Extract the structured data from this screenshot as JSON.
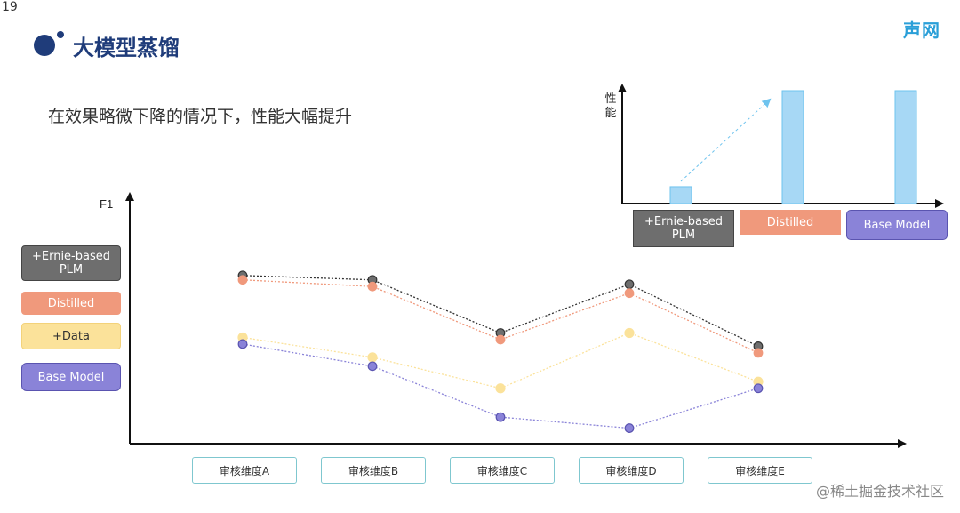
{
  "page_number": "19",
  "header": {
    "title": "大模型蒸馏",
    "brand": "声网"
  },
  "subtitle": "在效果略微下降的情况下，性能大幅提升",
  "watermark": "@稀土掘金技术社区",
  "colors": {
    "ernie": "#6e6e6e",
    "distilled": "#f0997c",
    "data": "#fbe29a",
    "base": "#8a83d8",
    "inset_bar": "#a7d8f5",
    "inset_bar_border": "#6ec3ee",
    "title": "#1f3c7a",
    "brand": "#2a9fd8"
  },
  "chart_data": [
    {
      "type": "line",
      "ylabel": "F1",
      "categories": [
        "审核维度A",
        "审核维度B",
        "审核维度C",
        "审核维度D",
        "审核维度E"
      ],
      "ylim": [
        0,
        100
      ],
      "grid": false,
      "legend_position": "left",
      "series": [
        {
          "name": "+Ernie-based PLM",
          "color": "#6e6e6e",
          "values": [
            76,
            74,
            50,
            72,
            44
          ]
        },
        {
          "name": "Distilled",
          "color": "#f0997c",
          "values": [
            74,
            71,
            47,
            68,
            41
          ]
        },
        {
          "name": "+Data",
          "color": "#fbe29a",
          "values": [
            48,
            39,
            25,
            50,
            28
          ]
        },
        {
          "name": "Base Model",
          "color": "#8a83d8",
          "values": [
            45,
            35,
            12,
            7,
            25
          ]
        }
      ]
    },
    {
      "type": "bar",
      "ylabel": "性能",
      "categories": [
        "+Ernie-based PLM",
        "Distilled",
        "Base Model"
      ],
      "values": [
        15,
        100,
        100
      ],
      "ylim": [
        0,
        100
      ],
      "annotation": "arrow from small bar to tall bar"
    }
  ]
}
